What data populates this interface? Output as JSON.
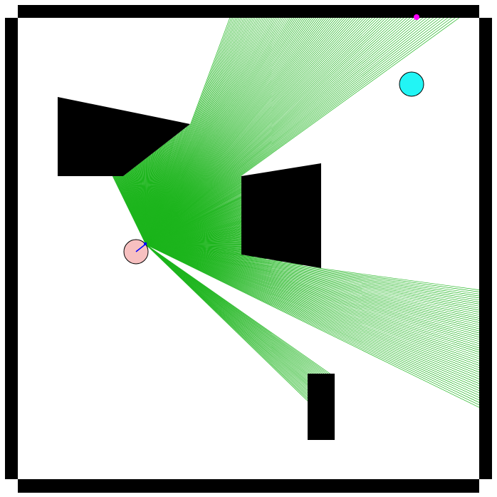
{
  "scene": {
    "background": "#ffffff",
    "wall_color": "#000000",
    "obstacle_color": "#000000",
    "ray_color": "#1db51d",
    "agent": {
      "name": "robot-agent",
      "fill": "#f7c0c0",
      "stroke": "#000000",
      "heading_color": "#0000ff"
    },
    "goal": {
      "name": "goal-target",
      "fill": "#22f5f5",
      "stroke": "#000000"
    },
    "marker": {
      "name": "magenta-marker",
      "fill": "#ff00ff"
    }
  }
}
